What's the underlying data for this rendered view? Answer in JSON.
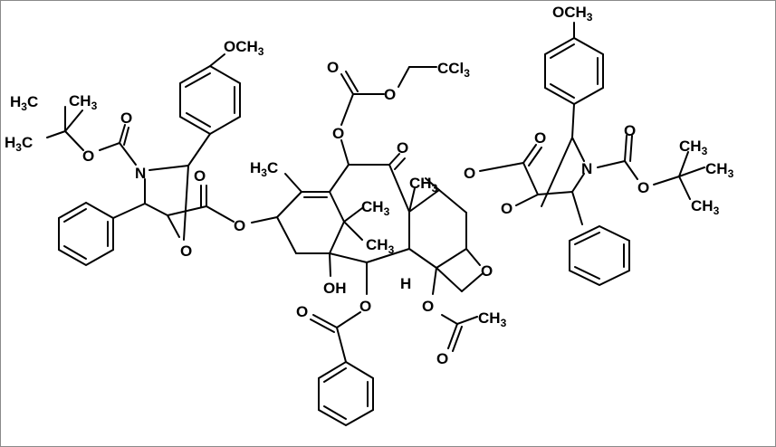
{
  "molecule": {
    "labels": {
      "och3_left": "OCH3",
      "och3_right": "OCH3",
      "ccl3": "CCl3",
      "h3c_a": "H3C",
      "ch3_a": "CH3",
      "h3c_b": "H3C",
      "n_left": "N",
      "o_left_carbonyl_boc": "O",
      "o_left_ester_boc": "O",
      "o_left_ring": "O",
      "o_left_ester_c": "O",
      "o_left_link": "O",
      "h3c_ring": "H3C",
      "o_carbonate_top": "O",
      "o_carbonate_mid": "O",
      "o_carbonate_link": "O",
      "o_ketone": "O",
      "ch3_c8": "CH3",
      "ch3_gem1": "CH3",
      "ch3_gem2": "CH3",
      "oh": "OH",
      "h": "H",
      "o_benzoate_carbonyl": "O",
      "o_benzoate_link": "O",
      "o_acetate_link": "O",
      "ch3_acetate": "CH3",
      "o_acetate_carbonyl": "O",
      "o_oxetane": "O",
      "o_right_link": "O",
      "o_right_ester_c": "O",
      "o_right_ring": "O",
      "n_right": "N",
      "o_right_carbonyl_boc": "O",
      "o_right_ester_boc": "O",
      "ch3_r1": "CH3",
      "ch3_r2": "CH3",
      "ch3_r3": "CH3"
    }
  }
}
